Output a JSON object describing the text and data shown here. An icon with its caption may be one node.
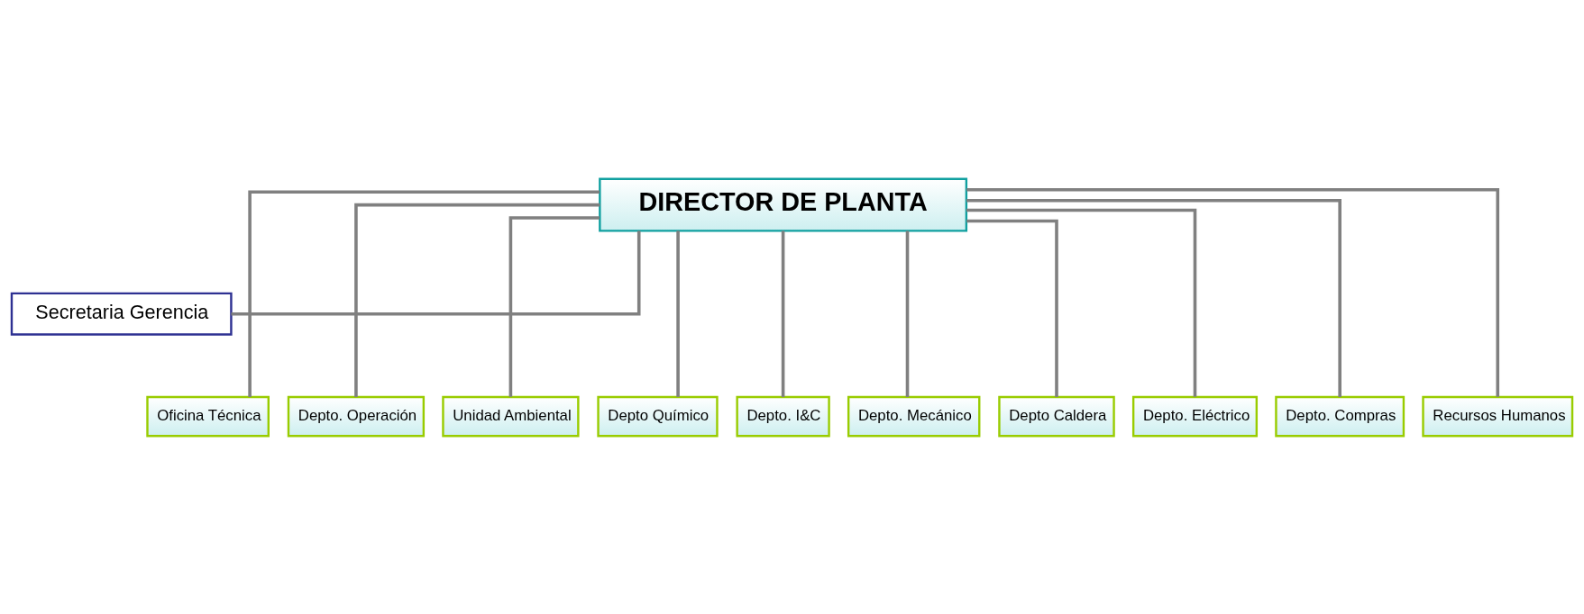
{
  "diagram": {
    "nodes": [
      {
        "text": [
          "DIRECTOR DE PLANTA"
        ]
      },
      {
        "text": [
          "Secretaria Gerencia"
        ]
      },
      {
        "text": [
          "Oficina Técnica"
        ]
      },
      {
        "text": [
          "Depto. Operación"
        ]
      },
      {
        "text": [
          "Unidad Ambiental"
        ]
      },
      {
        "text": [
          "Depto Químico"
        ]
      },
      {
        "text": [
          "Depto. I&C"
        ]
      },
      {
        "text": [
          "Depto. Mecánico"
        ]
      },
      {
        "text": [
          "Depto Caldera"
        ]
      },
      {
        "text": [
          "Depto. Eléctrico"
        ]
      },
      {
        "text": [
          "Depto. Compras"
        ]
      },
      {
        "text": [
          "Recursos Humanos"
        ]
      }
    ],
    "edges": [
      {
        "from": 0,
        "to": 1,
        "arrow": "none"
      },
      {
        "from": 0,
        "to": 2,
        "arrow": "none"
      },
      {
        "from": 0,
        "to": 3,
        "arrow": "none"
      },
      {
        "from": 0,
        "to": 4,
        "arrow": "none"
      },
      {
        "from": 0,
        "to": 5,
        "arrow": "none"
      },
      {
        "from": 0,
        "to": 6,
        "arrow": "none"
      },
      {
        "from": 0,
        "to": 7,
        "arrow": "none"
      },
      {
        "from": 0,
        "to": 8,
        "arrow": "none"
      },
      {
        "from": 0,
        "to": 9,
        "arrow": "none"
      },
      {
        "from": 0,
        "to": 10,
        "arrow": "none"
      },
      {
        "from": 0,
        "to": 11,
        "arrow": "none"
      }
    ]
  }
}
